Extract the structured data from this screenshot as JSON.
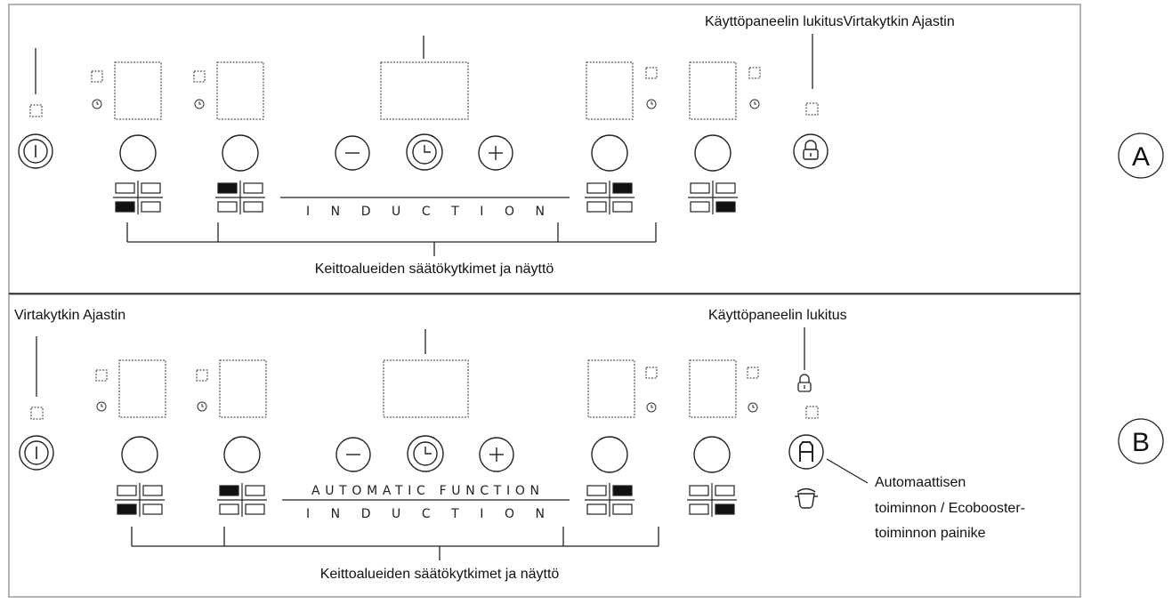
{
  "panel_a": {
    "badge": "A",
    "label_top_right": "Käyttöpaneelin lukitusVirtakytkin Ajastin",
    "label_bottom": "Keittoalueiden säätökytkimet ja näyttö",
    "induction_text": "I N D U C T I O N"
  },
  "panel_b": {
    "badge": "B",
    "label_top_left": "Virtakytkin Ajastin",
    "label_top_right": "Käyttöpaneelin lukitus",
    "label_bottom": "Keittoalueiden säätökytkimet ja näyttö",
    "automatic_text": "AUTOMATIC FUNCTION",
    "induction_text": "I N D U C T I O N",
    "auto_label_lines": [
      "Automaattisen",
      "toiminnon / Ecobooster-",
      "toiminnon painike"
    ]
  },
  "icons": {
    "power": "power-icon",
    "timer": "timer-icon",
    "minus": "minus-icon",
    "plus": "plus-icon",
    "lock": "lock-icon",
    "auto": "auto-a-icon",
    "pot": "pot-icon"
  },
  "colors": {
    "line": "#222222",
    "border": "#9a9a9a",
    "indicator_fill": "#111111"
  }
}
